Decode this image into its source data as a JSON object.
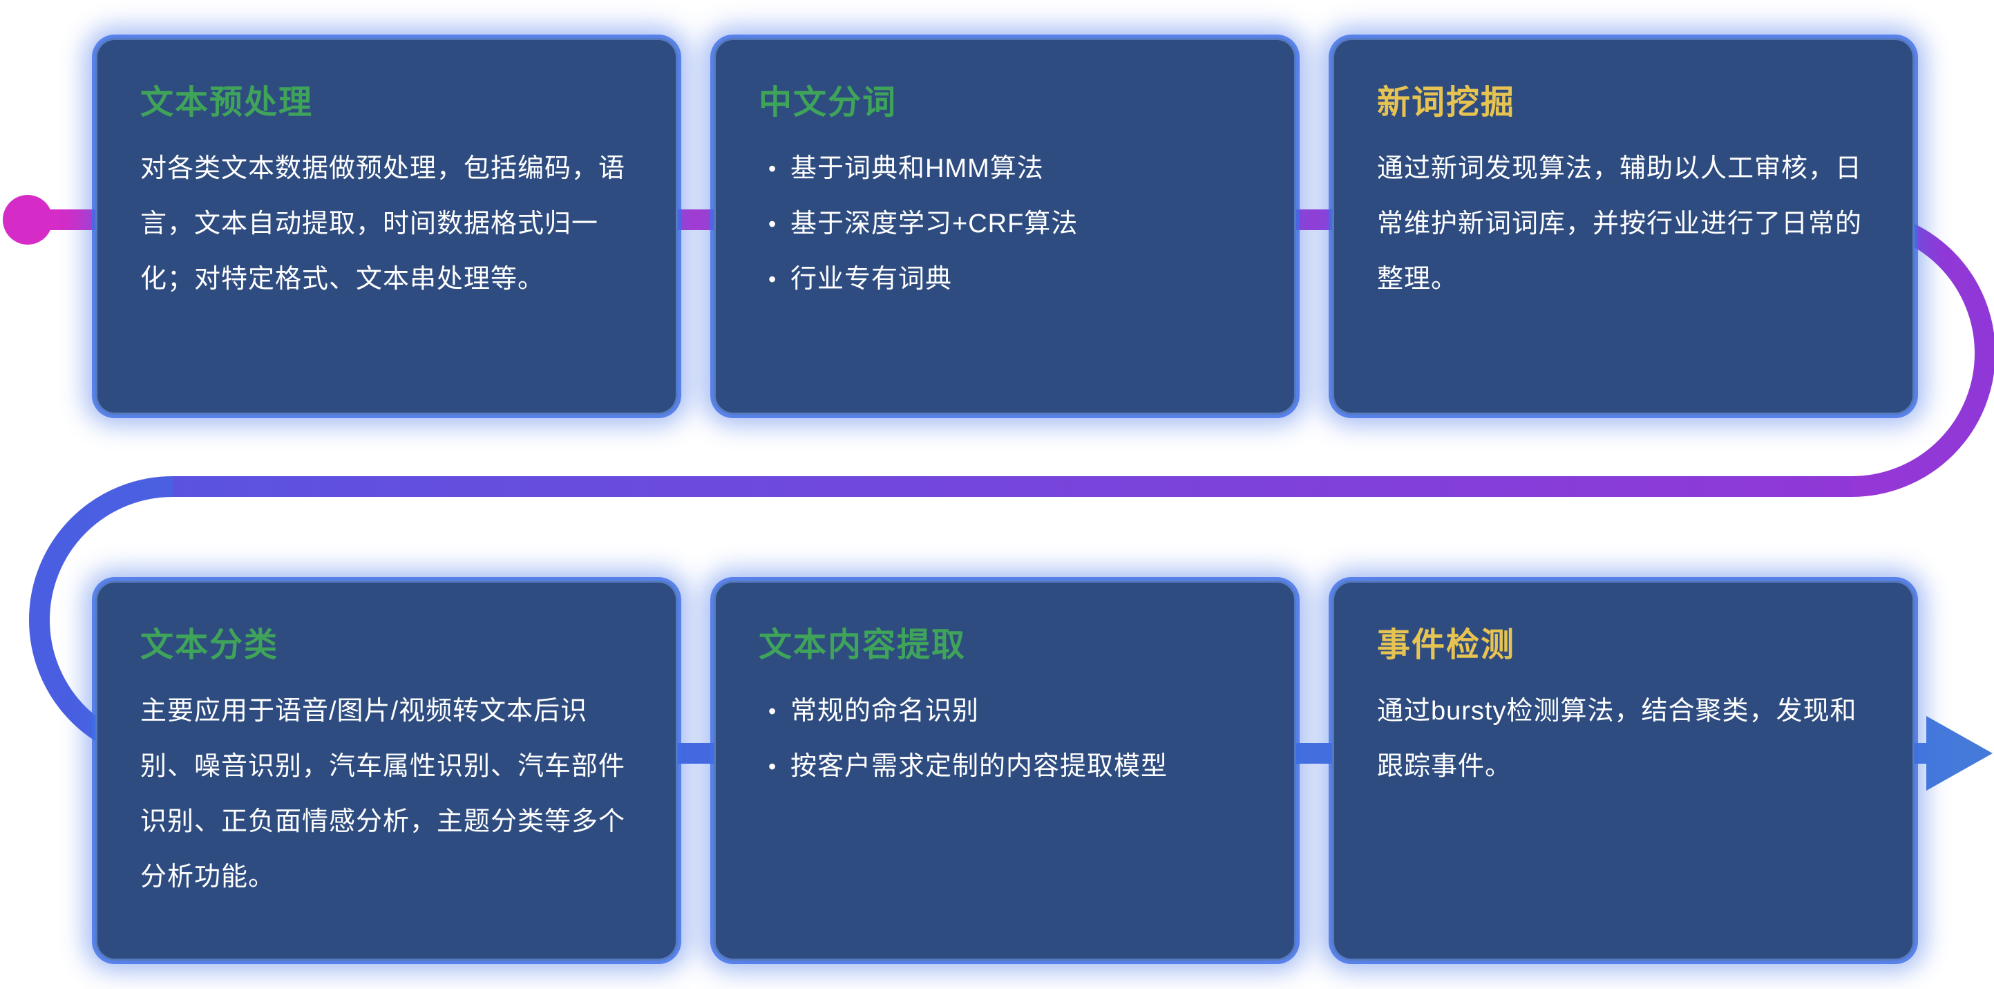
{
  "ui": {
    "bullet_char": "•"
  },
  "colors": {
    "card_bg": "#2e4c80",
    "card_glow": "#3e6ee6",
    "title_green": "#3fa45a",
    "title_yellow": "#e7c351",
    "body_text": "#ffffff",
    "line_magenta": "#d52cc7",
    "line_purple_mid": "#b131d1",
    "line_purple": "#9038d7",
    "line_violet": "#5b53e0",
    "line_indigo": "#4a5ee1",
    "line_blue": "#4579da"
  },
  "cards": [
    {
      "title": "文本预处理",
      "title_color": "#3fa45a",
      "body": "对各类文本数据做预处理，包括编码，语言，文本自动提取，时间数据格式归一化；对特定格式、文本串处理等。"
    },
    {
      "title": "中文分词",
      "title_color": "#3fa45a",
      "bullets": [
        "基于词典和HMM算法",
        "基于深度学习+CRF算法",
        "行业专有词典"
      ]
    },
    {
      "title": "新词挖掘",
      "title_color": "#e7c351",
      "body": "通过新词发现算法，辅助以人工审核，日常维护新词词库，并按行业进行了日常的整理。"
    },
    {
      "title": "文本分类",
      "title_color": "#3fa45a",
      "body": "主要应用于语音/图片/视频转文本后识别、噪音识别，汽车属性识别、汽车部件识别、正负面情感分析，主题分类等多个分析功能。"
    },
    {
      "title": "文本内容提取",
      "title_color": "#3fa45a",
      "bullets": [
        "常规的命名识别",
        "按客户需求定制的内容提取模型"
      ]
    },
    {
      "title": "事件检测",
      "title_color": "#e7c351",
      "body": "通过bursty检测算法，结合聚类，发现和跟踪事件。"
    }
  ]
}
